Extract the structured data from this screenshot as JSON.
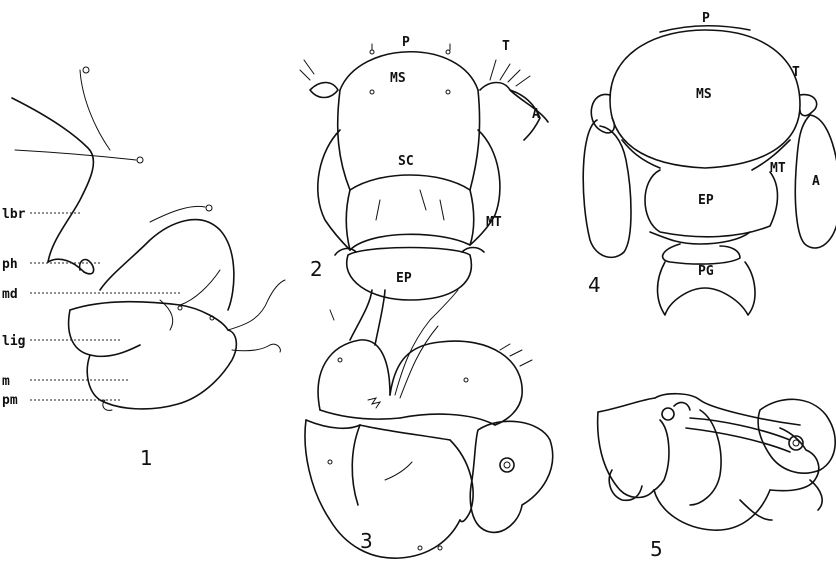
{
  "figures": [
    {
      "number": "1",
      "labels": [
        "lbr",
        "ph",
        "md",
        "lig",
        "m",
        "pm"
      ]
    },
    {
      "number": "2",
      "labels": [
        "P",
        "MS",
        "T",
        "A",
        "SC",
        "MT",
        "EP"
      ]
    },
    {
      "number": "3",
      "labels": []
    },
    {
      "number": "4",
      "labels": [
        "P",
        "MS",
        "T",
        "A",
        "MT",
        "EP",
        "PG"
      ]
    },
    {
      "number": "5",
      "labels": []
    }
  ]
}
